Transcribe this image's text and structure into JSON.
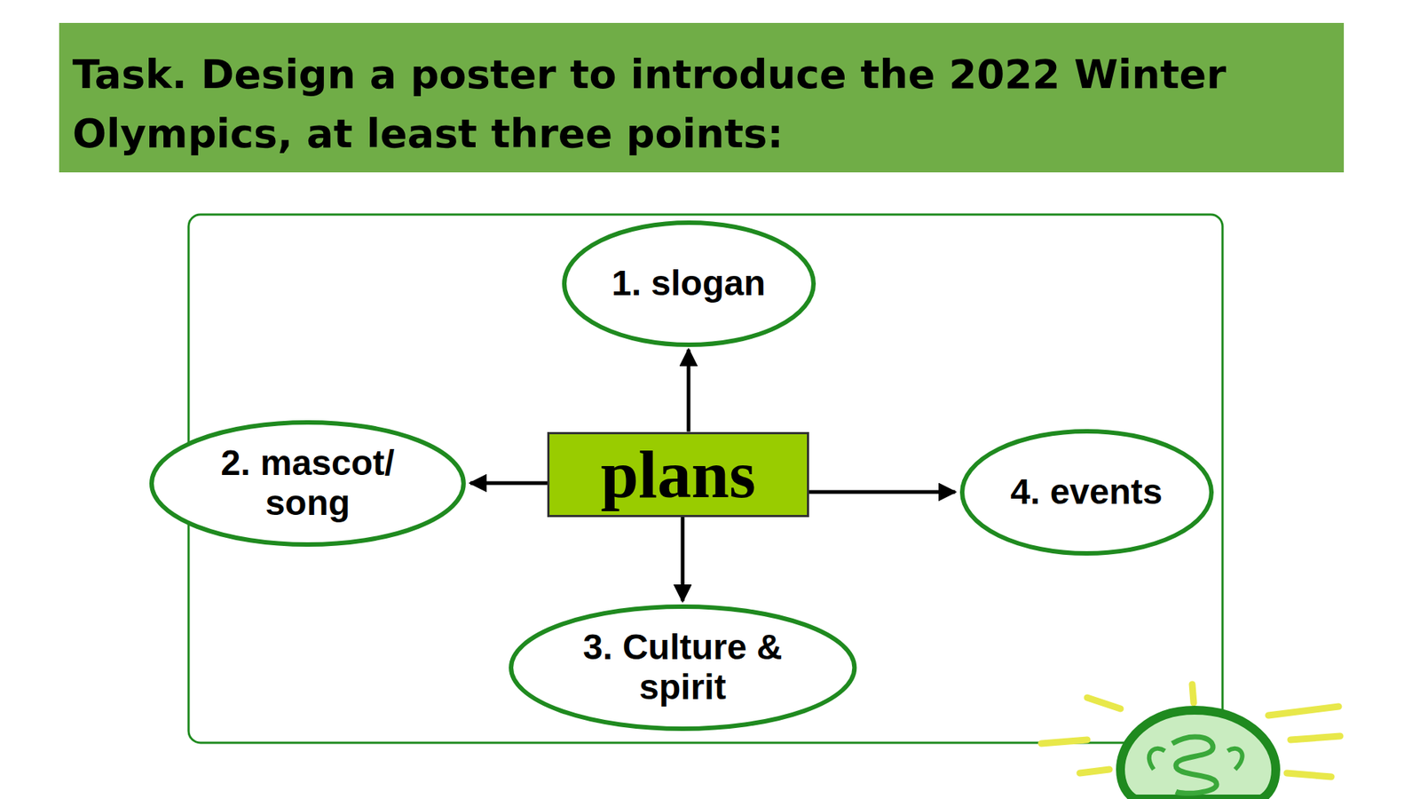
{
  "diagram": {
    "title": "Task. Design a poster to introduce the 2022 Winter Olympics, at least three points:",
    "nodes": [
      {
        "text": [
          "1. slogan"
        ]
      },
      {
        "text": [
          "2. mascot/ song"
        ]
      },
      {
        "text": [
          "plans"
        ]
      },
      {
        "text": [
          "4. events"
        ]
      },
      {
        "text": [
          "3. Culture & spirit"
        ]
      }
    ],
    "edges": [
      {
        "from": 2,
        "to": 0,
        "arrow": "to"
      },
      {
        "from": 2,
        "to": 1,
        "arrow": "to"
      },
      {
        "from": 2,
        "to": 3,
        "arrow": "to"
      },
      {
        "from": 2,
        "to": 4,
        "arrow": "to"
      }
    ]
  }
}
